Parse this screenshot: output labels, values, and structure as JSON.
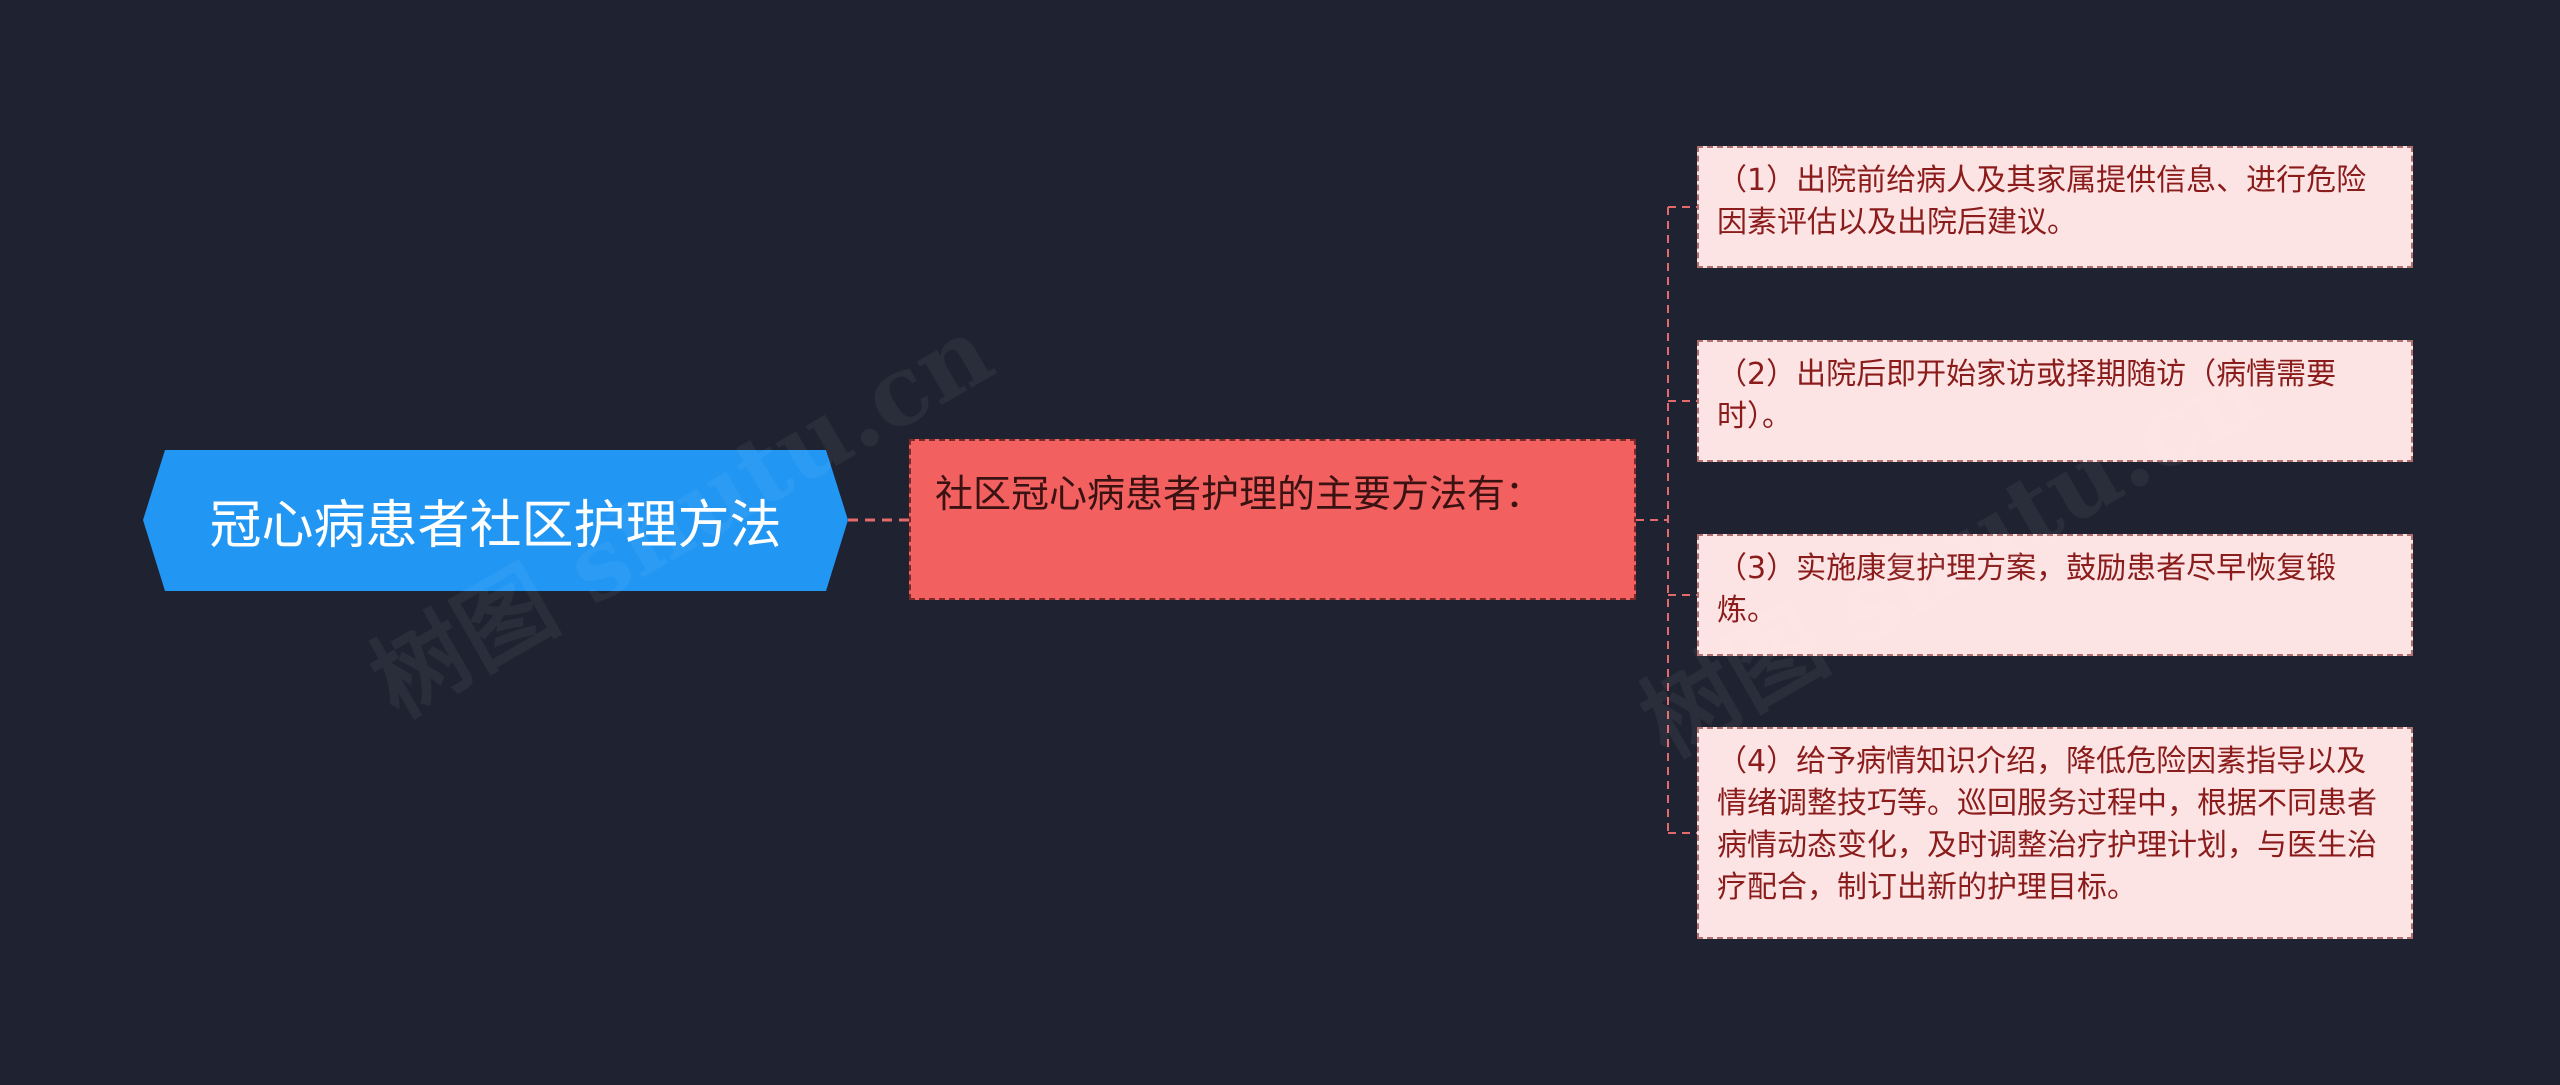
{
  "root": {
    "label": "冠心病患者社区护理方法"
  },
  "middle": {
    "label": "社区冠心病患者护理的主要方法有："
  },
  "leaves": [
    {
      "label": "（1）出院前给病人及其家属提供信息、进行危险因素评估以及出院后建议。"
    },
    {
      "label": "（2）出院后即开始家访或择期随访（病情需要时）。"
    },
    {
      "label": "（3）实施康复护理方案，鼓励患者尽早恢复锻炼。"
    },
    {
      "label": "（4）给予病情知识介绍，降低危险因素指导以及情绪调整技巧等。巡回服务过程中，根据不同患者病情动态变化，及时调整治疗护理计划，与医生治疗配合，制订出新的护理目标。"
    }
  ],
  "watermark": {
    "text": "树图 shutu.cn"
  },
  "colors": {
    "background": "#1f2230",
    "root_fill": "#2196f3",
    "middle_fill": "#f26060",
    "leaf_fill": "#fde4e4",
    "leaf_text": "#8b1c1c",
    "connector": "#e36a6a"
  }
}
